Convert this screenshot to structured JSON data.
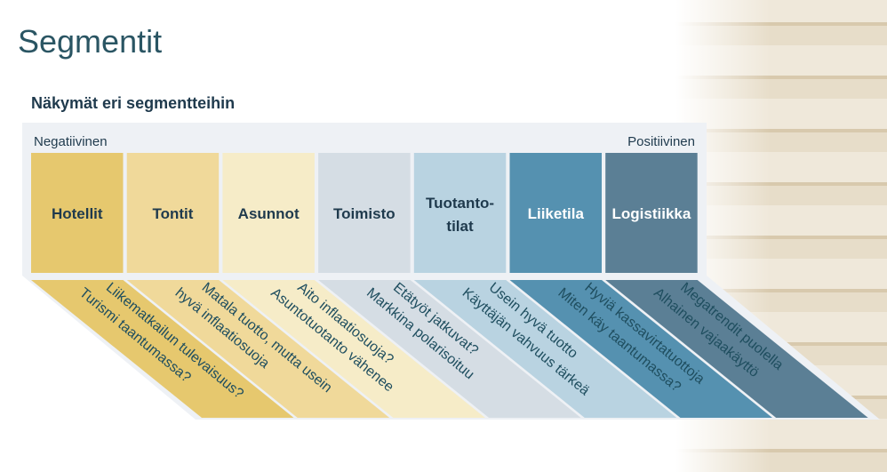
{
  "title": "Segmentit",
  "subtitle": "Näkymät eri segmentteihin",
  "scale": {
    "left": "Negatiivinen",
    "right": "Positiivinen"
  },
  "segments": [
    {
      "name1": "Hotellit",
      "name2": "",
      "color": "#e6c86e",
      "text": "#1f3a4d",
      "line1": "Liikematkailun tulevaisuus?",
      "line2": "Turismi taantumassa?"
    },
    {
      "name1": "Tontit",
      "name2": "",
      "color": "#f0d99a",
      "text": "#1f3a4d",
      "line1": "Matala tuotto, mutta usein",
      "line2": "hyvä inflaatiosuoja"
    },
    {
      "name1": "Asunnot",
      "name2": "",
      "color": "#f6ecc8",
      "text": "#1f3a4d",
      "line1": "Aito inflaatiosuoja?",
      "line2": "Asuntotuotanto vähenee"
    },
    {
      "name1": "Toimisto",
      "name2": "",
      "color": "#d5dde4",
      "text": "#1f3a4d",
      "line1": "Etätyöt jatkuvat?",
      "line2": "Markkina polarisoituu"
    },
    {
      "name1": "Tuotanto-",
      "name2": "tilat",
      "color": "#b9d3e1",
      "text": "#1f3a4d",
      "line1": "Usein hyvä tuotto",
      "line2": "Käyttäjän vahvuus tärkeä"
    },
    {
      "name1": "Liiketila",
      "name2": "",
      "color": "#5591b0",
      "text": "#ffffff",
      "line1": "Hyviä kassavirtatuottoja",
      "line2": "Miten käy taantumassa?"
    },
    {
      "name1": "Logistiikka",
      "name2": "",
      "color": "#5b7f95",
      "text": "#ffffff",
      "line1": "Megatrendit puolella",
      "line2": "Alhainen vajaakäyttö"
    }
  ]
}
